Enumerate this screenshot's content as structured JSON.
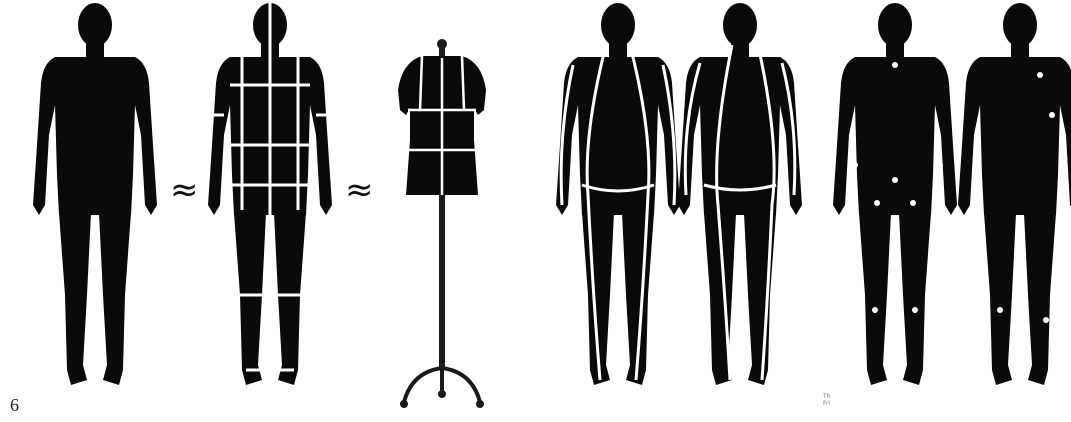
{
  "page_number": "6",
  "approx_symbol": "≈",
  "corner_note": [
    "Th",
    "Fri"
  ],
  "colors": {
    "figure": "#0a0a0a",
    "lines": "#ffffff",
    "background": "#ffffff",
    "stand": "#1a1a1a"
  }
}
